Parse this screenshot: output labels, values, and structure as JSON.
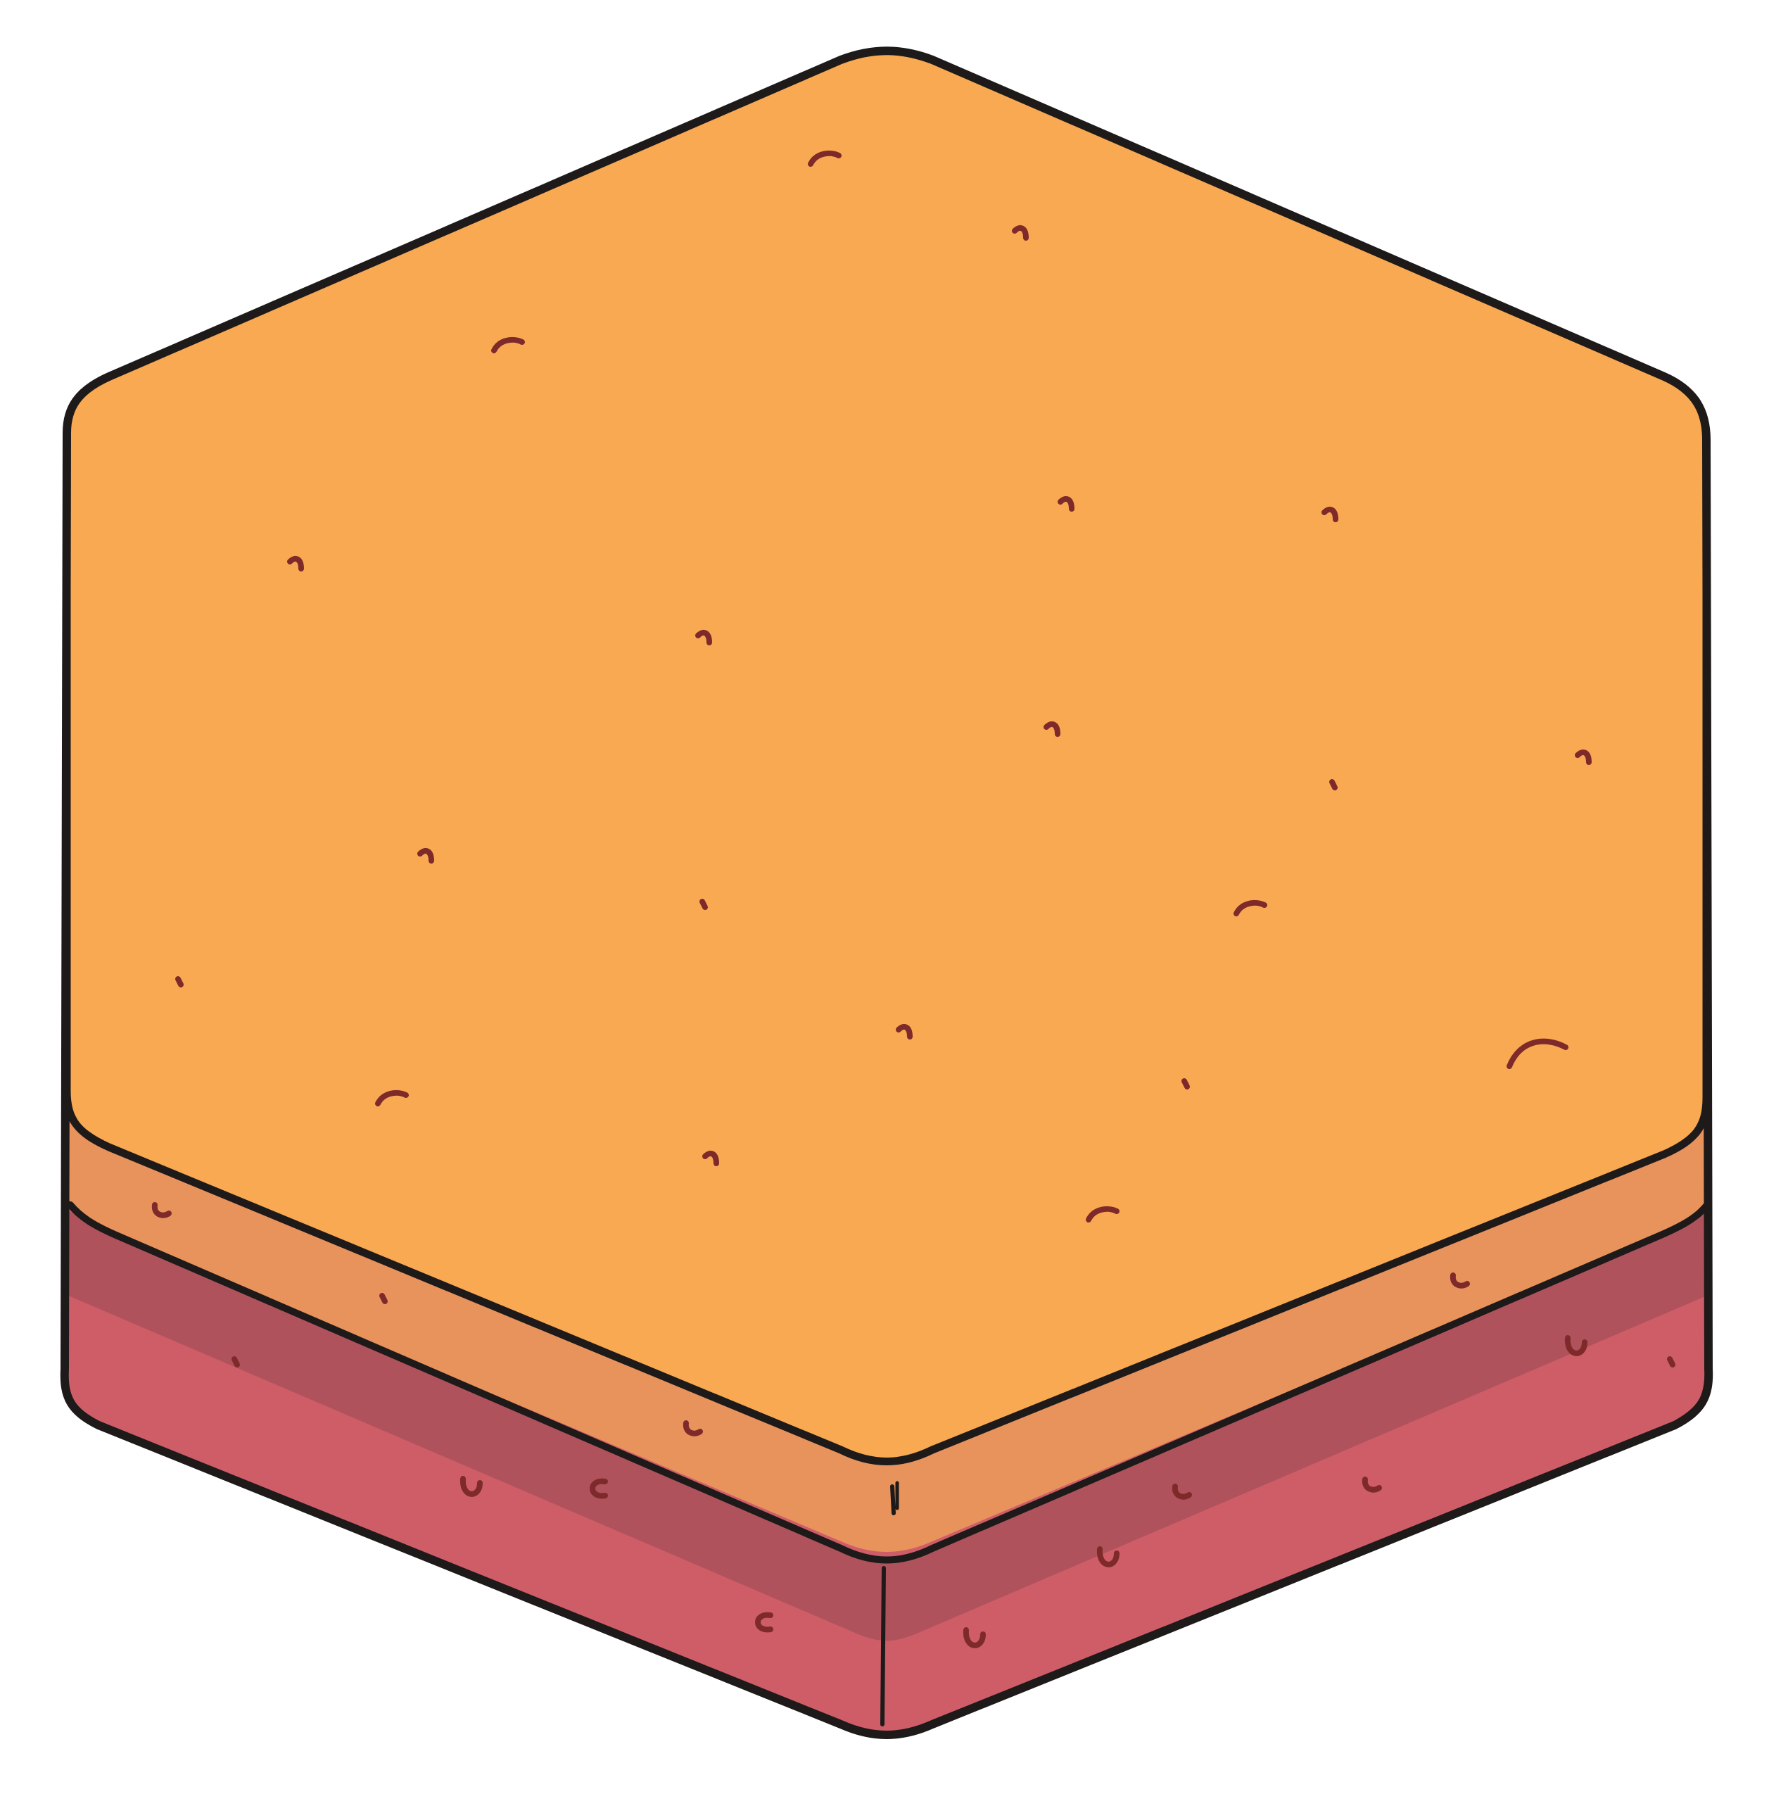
{
  "tile": {
    "kind": "hexagonal terrain tile",
    "colors": {
      "top_surface": "#F9A952",
      "upper_side_layer": "#E8935C",
      "middle_side_layer": "#B0525C",
      "lower_side_layer": "#CE5D68",
      "outline": "#1E1A1A",
      "speckle": "#7E2A2A"
    },
    "layer_count": 3,
    "icons": {
      "top_speckles": "speckle-mark",
      "side_speckles": "pebble-mark"
    }
  }
}
